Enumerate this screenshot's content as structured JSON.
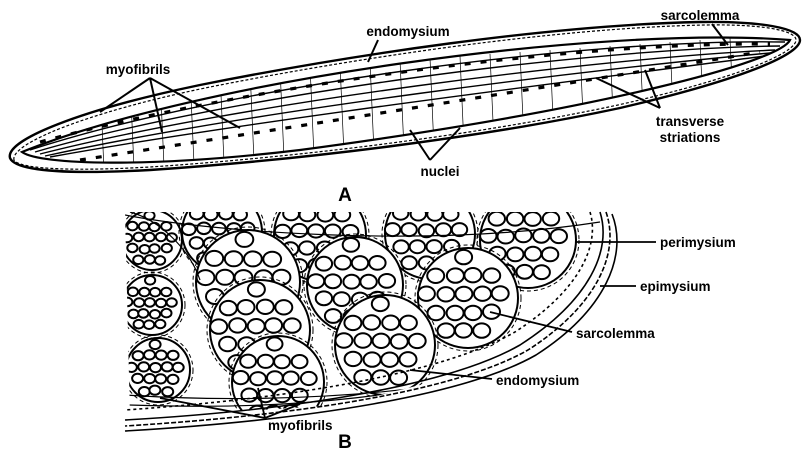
{
  "panel_a": {
    "letter": "A",
    "labels": {
      "endomysium": "endomysium",
      "sarcolemma": "sarcolemma",
      "myofibrils": "myofibrils",
      "transverse_1": "transverse",
      "transverse_2": "striations",
      "nuclei": "nuclei"
    }
  },
  "panel_b": {
    "letter": "B",
    "labels": {
      "perimysium": "perimysium",
      "epimysium": "epimysium",
      "sarcolemma": "sarcolemma",
      "endomysium": "endomysium",
      "myofibrils": "myofibrils"
    }
  },
  "colors": {
    "ink": "#000000",
    "paper": "#ffffff"
  }
}
